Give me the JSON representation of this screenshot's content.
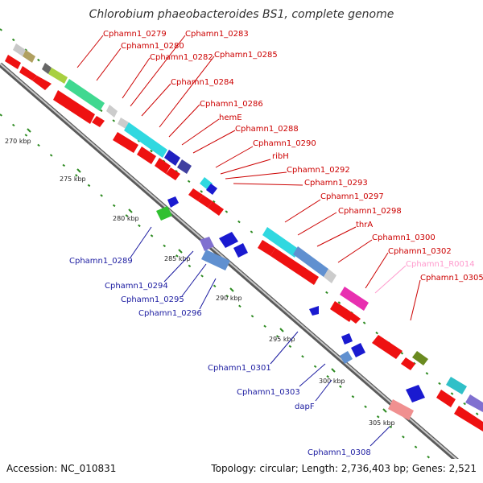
{
  "title": "Chlorobium phaeobacteroides BS1, complete genome",
  "accession": "Accession: NC_010831",
  "summary": "Topology: circular; Length: 2,736,403 bp; Genes: 2,521",
  "colors": {
    "backbone": "#8a8a8a",
    "tick": "#2e8b22",
    "forward_label": "#cc0000",
    "reverse_label": "#1a1aa0",
    "rna_label": "#ff9acd"
  },
  "kbp_ticks": [
    "270 kbp",
    "275 kbp",
    "280 kbp",
    "285 kbp",
    "290 kbp",
    "295 kbp",
    "300 kbp",
    "305 kbp"
  ],
  "forward_genes": [
    "Cphamn1_0279",
    "Cphamn1_0280",
    "Cphamn1_0282",
    "Cphamn1_0283",
    "Cphamn1_0284",
    "Cphamn1_0285",
    "Cphamn1_0286",
    "hemE",
    "Cphamn1_0288",
    "Cphamn1_0290",
    "ribH",
    "Cphamn1_0292",
    "Cphamn1_0293",
    "Cphamn1_0297",
    "Cphamn1_0298",
    "thrA",
    "Cphamn1_0300",
    "Cphamn1_0302",
    "Cphamn1_R0014",
    "Cphamn1_0305"
  ],
  "reverse_genes": [
    "Cphamn1_0289",
    "Cphamn1_0294",
    "Cphamn1_0295",
    "Cphamn1_0296",
    "Cphamn1_0301",
    "Cphamn1_0303",
    "dapF",
    "Cphamn1_0308"
  ]
}
